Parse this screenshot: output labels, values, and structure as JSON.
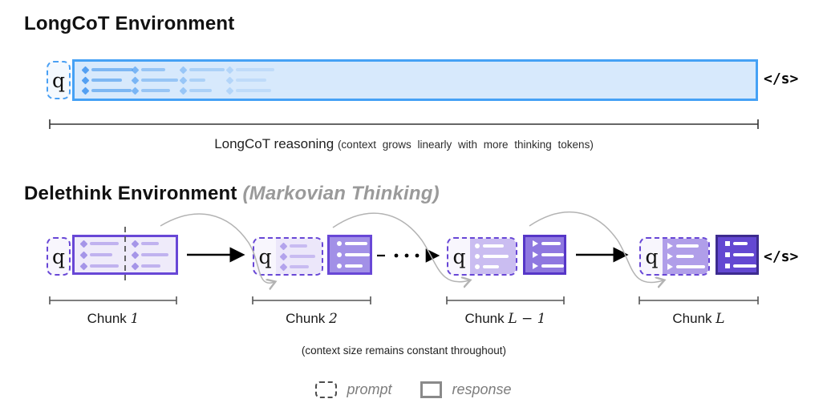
{
  "tokens": {
    "q": "q",
    "eos": "</s>"
  },
  "longcot": {
    "title": "LongCoT Environment",
    "bracket_label": "LongCoT reasoning",
    "bracket_note": "(context grows linearly with more thinking tokens)"
  },
  "delethink": {
    "title": "Delethink Environment",
    "subtitle": "(Markovian Thinking)",
    "chunk_prefix": "Chunk",
    "chunks": [
      {
        "math": "1"
      },
      {
        "math": "2"
      },
      {
        "math": "L − 1"
      },
      {
        "math": "L"
      }
    ],
    "caption": "(context size remains constant throughout)"
  },
  "legend": {
    "prompt_label": "prompt",
    "response_label": "response"
  },
  "icons": {
    "diamond-bullet": "rotated-square",
    "circle-bullet": "dot",
    "triangle-bullet": "right-triangle",
    "square-bullet": "square",
    "arrow": "black-right-arrow",
    "carryover-arrow": "gray-s-curve"
  },
  "colors": {
    "blue_border": "#45a1f5",
    "blue_fill": "#d7e9fc",
    "blue_token": "#79b5f3",
    "purple_border": "#6847d6",
    "chunk1_fill": "#efebfa",
    "chunk2_fill": "#a290e7",
    "chunkLm1_fill": "#8f78e0",
    "chunkL_fill": "#6348d2",
    "chunkL_border": "#3d2b8f",
    "prompt2_fill": "#ece7fa",
    "promptLm1_fill": "#cabdf1",
    "promptL_fill": "#b09ee9",
    "gray_arrow": "#b3b3b3",
    "text_gray": "#7d7d7d"
  }
}
